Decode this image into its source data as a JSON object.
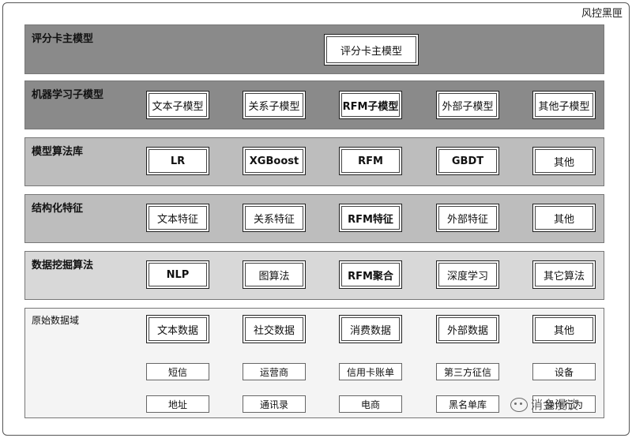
{
  "corner_title": "风控黑匣",
  "layers": [
    {
      "label": "评分卡主模型",
      "items": [
        "评分卡主模型"
      ]
    },
    {
      "label": "机器学习子模型",
      "items": [
        "文本子模型",
        "关系子模型",
        "RFM子模型",
        "外部子模型",
        "其他子模型"
      ]
    },
    {
      "label": "模型算法库",
      "items": [
        "LR",
        "XGBoost",
        "RFM",
        "GBDT",
        "其他"
      ]
    },
    {
      "label": "结构化特征",
      "items": [
        "文本特征",
        "关系特征",
        "RFM特征",
        "外部特征",
        "其他"
      ]
    },
    {
      "label": "数据挖掘算法",
      "items": [
        "NLP",
        "图算法",
        "RFM聚合",
        "深度学习",
        "其它算法"
      ]
    },
    {
      "label": "原始数据域",
      "items": [
        "文本数据",
        "社交数据",
        "消费数据",
        "外部数据",
        "其他"
      ],
      "sub_row1": [
        "短信",
        "运营商",
        "信用卡账单",
        "第三方征信",
        "设备"
      ],
      "sub_row2": [
        "地址",
        "通讯录",
        "电商",
        "黑名单库",
        "操作行为"
      ]
    }
  ],
  "watermark": "消金漫谈"
}
